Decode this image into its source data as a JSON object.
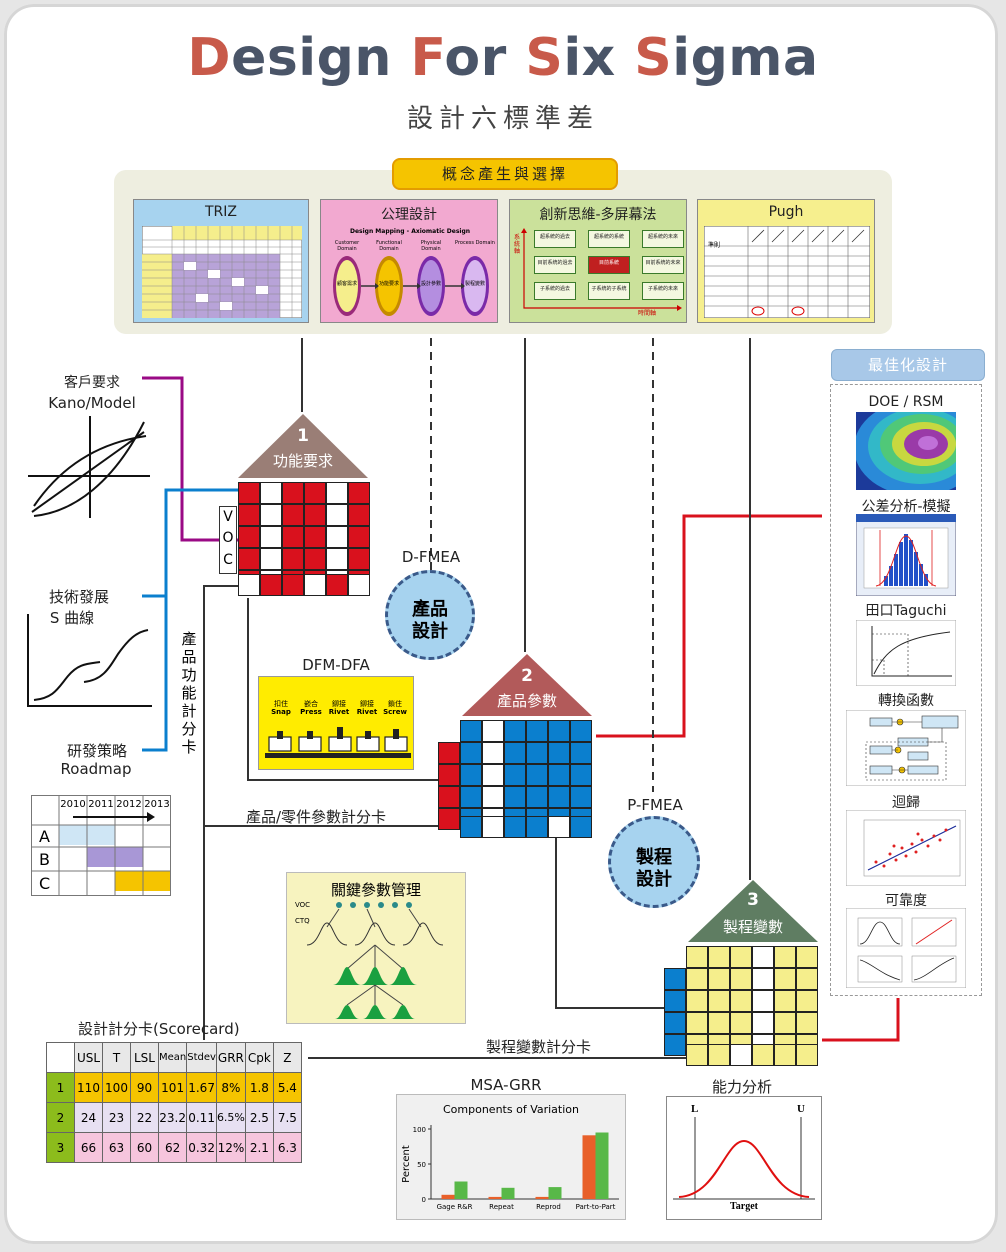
{
  "title": {
    "part1_hl": "D",
    "part1": "esign ",
    "part2_hl": "F",
    "part2": "or ",
    "part3_hl": "S",
    "part3": "ix ",
    "part4_hl": "S",
    "part4": "igma"
  },
  "subtitle": "設計六標準差",
  "concept": {
    "badge": "概念產生與選擇",
    "panels": [
      {
        "title": "TRIZ"
      },
      {
        "title": "公理設計",
        "inner_title": "Design Mapping - Axiomatic Design",
        "domains": [
          "Customer Domain",
          "Functional Domain",
          "Physical Domain",
          "Process Domain"
        ],
        "ovals": [
          "顧客需求",
          "功能要求",
          "設計參數",
          "製程變數"
        ]
      },
      {
        "title": "創新思維-多屏幕法",
        "cells": [
          "超系統的過去",
          "超系統的系統",
          "超系統的未來",
          "目前系統的過去",
          "目前系統",
          "目前系統的未來",
          "子系統的過去",
          "子系統的子系統",
          "子系統的未來"
        ],
        "y_axis": "系統軸",
        "x_axis": "時間軸"
      },
      {
        "title": "Pugh",
        "row_header": "準則"
      }
    ]
  },
  "left": {
    "customer_req": "客戶要求",
    "kano": "Kano/Model",
    "tech_dev": "技術發展",
    "s_curve": "S 曲線",
    "rd_strategy": "研發策略",
    "roadmap": "Roadmap",
    "roadmap_years": [
      "2010",
      "2011",
      "2012",
      "2013"
    ],
    "roadmap_rows": [
      "A",
      "B",
      "C"
    ]
  },
  "voc": {
    "v": "V",
    "o": "O",
    "c": "C"
  },
  "stage1": {
    "num": "1",
    "label": "功能要求"
  },
  "stage2": {
    "num": "2",
    "label": "產品參數"
  },
  "stage3": {
    "num": "3",
    "label": "製程變數"
  },
  "dfmea": "D-FMEA",
  "product_design": {
    "l1": "產品",
    "l2": "設計"
  },
  "pfmea": "P-FMEA",
  "process_design": {
    "l1": "製程",
    "l2": "設計"
  },
  "dfm": {
    "title": "DFM-DFA",
    "items": [
      {
        "zh": "扣住",
        "en": "Snap"
      },
      {
        "zh": "嵌合",
        "en": "Press"
      },
      {
        "zh": "鉚接",
        "en": "Rivet"
      },
      {
        "zh": "鉚接",
        "en": "Rivet"
      },
      {
        "zh": "鎖住",
        "en": "Screw"
      }
    ]
  },
  "vertical_label": "產品功能計分卡",
  "part_card": "產品/零件參數計分卡",
  "kpc": {
    "title": "關鍵參數管理",
    "voc": "VOC",
    "ctq": "CTQ"
  },
  "process_card": "製程變數計分卡",
  "scorecard": {
    "title": "設計計分卡(Scorecard)",
    "headers": [
      "USL",
      "T",
      "LSL",
      "Mean",
      "Stdev",
      "GRR",
      "Cpk",
      "Z"
    ],
    "rows": [
      {
        "id": "1",
        "cells": [
          "110",
          "100",
          "90",
          "101",
          "1.67",
          "8%",
          "1.8",
          "5.4"
        ]
      },
      {
        "id": "2",
        "cells": [
          "24",
          "23",
          "22",
          "23.2",
          "0.11",
          "6.5%",
          "2.5",
          "7.5"
        ]
      },
      {
        "id": "3",
        "cells": [
          "66",
          "63",
          "60",
          "62",
          "0.32",
          "12%",
          "2.1",
          "6.3"
        ]
      }
    ]
  },
  "msa": {
    "title": "MSA-GRR"
  },
  "chart_data": {
    "type": "bar",
    "title": "Components of Variation",
    "ylabel": "Percent",
    "categories": [
      "Gage R&R",
      "Repeat",
      "Reprod",
      "Part-to-Part"
    ],
    "ylim": [
      0,
      100
    ],
    "yticks": [
      "0",
      "50",
      "100"
    ],
    "series": [
      {
        "values": [
          6,
          3,
          3,
          91
        ],
        "color": "#e8602a"
      },
      {
        "values": [
          25,
          16,
          17,
          95
        ],
        "color": "#58b848"
      }
    ]
  },
  "capability": {
    "title": "能力分析",
    "lsl": "L",
    "usl": "U",
    "target": "Target"
  },
  "optimization": {
    "title": "最佳化設計",
    "items": [
      "DOE / RSM",
      "公差分析-模擬",
      "田口Taguchi",
      "轉換函數",
      "迴歸",
      "可靠度"
    ]
  },
  "colors": {
    "red": "#d9111d",
    "blue": "#0b7fce",
    "yellow": "#f5ee8c",
    "brown": "#9a7e76",
    "green": "#5f7d62",
    "purple": "#9a0a85"
  }
}
